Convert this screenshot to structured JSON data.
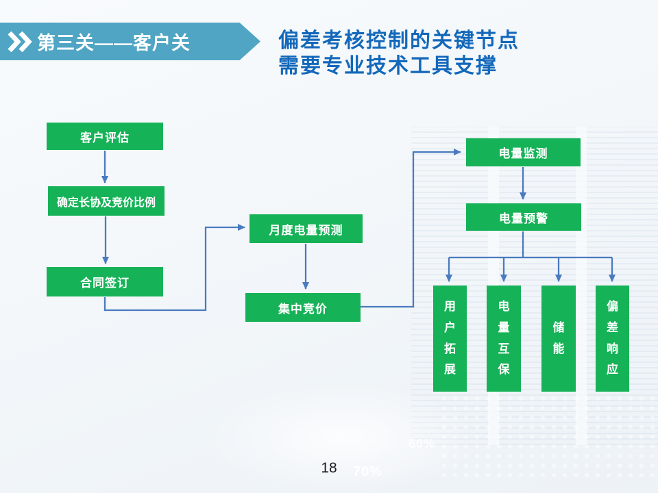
{
  "colors": {
    "banner_bg": "#4FA5C3",
    "title_text": "#1368BA",
    "node_bg": "#16B257",
    "node_text": "#FFFFFF",
    "connector": "#4A7ABF",
    "slide_bg": "#F3F7FA"
  },
  "banner": {
    "label": "第三关——客户关"
  },
  "title": {
    "line1": "偏差考核控制的关键节点",
    "line2": "需要专业技术工具支撑"
  },
  "flowchart": {
    "nodes": {
      "customer_evaluation": "客户评估",
      "long_term_ratio": "确定长协及竞价比例",
      "contract_signing": "合同签订",
      "monthly_forecast": "月度电量预测",
      "centralized_bidding": "集中竞价",
      "power_monitoring": "电量监测",
      "power_warning": "电量预警",
      "user_expansion": "用户拓展",
      "power_mutual_insurance": "电量互保",
      "energy_storage": "储能",
      "deviation_response": "偏差响应"
    }
  },
  "background_watermarks": {
    "w1": "70%",
    "w2": "60%"
  },
  "page_number": "18"
}
